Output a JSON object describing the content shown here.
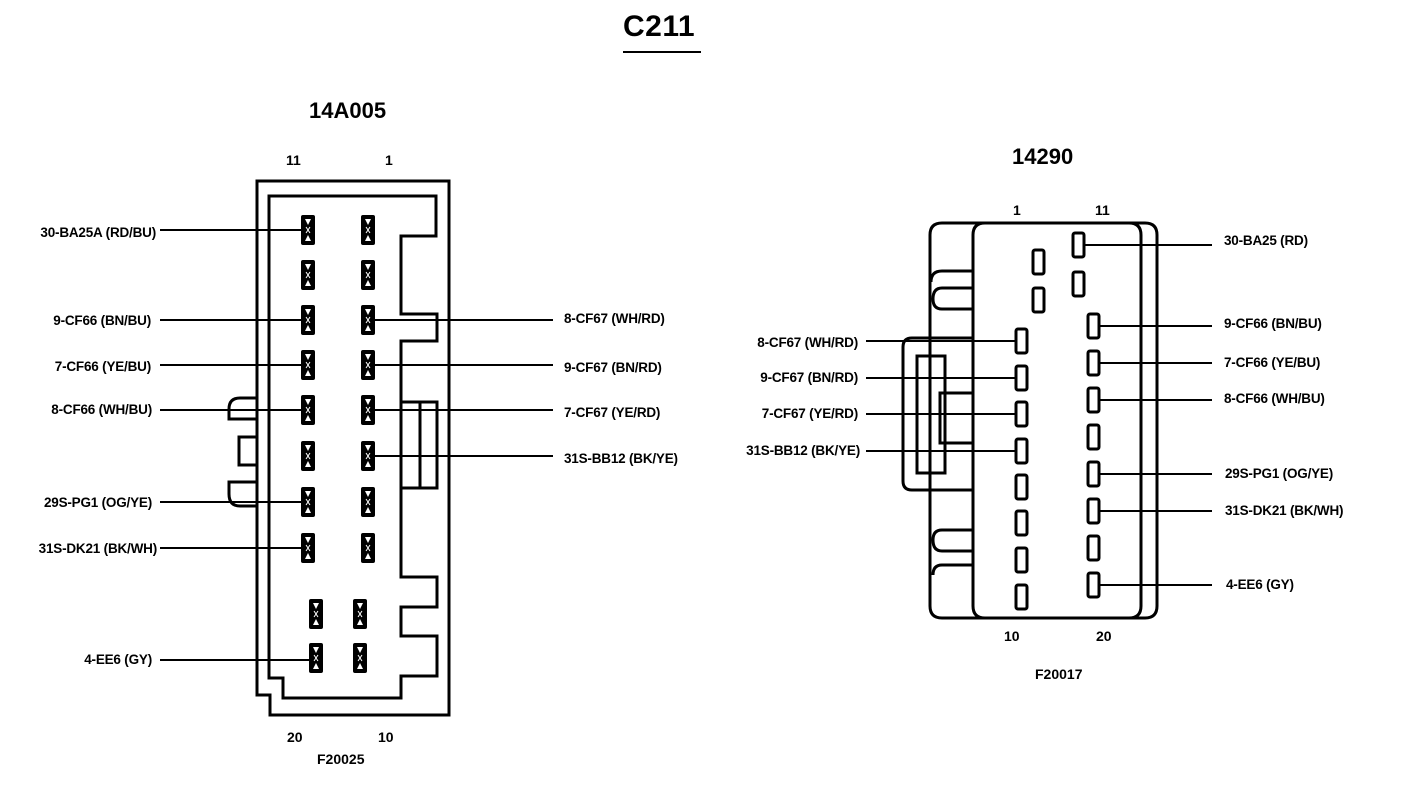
{
  "diagram": {
    "title": "C211",
    "connectors": [
      {
        "id": "left",
        "part_number": "14A005",
        "figure_code": "F20025",
        "pin_labels": {
          "top_left": "11",
          "top_right": "1",
          "bottom_left": "20",
          "bottom_right": "10"
        },
        "wires_left": [
          {
            "label": "30-BA25A (RD/BU)",
            "pin_row": 0
          },
          {
            "label": "9-CF66 (BN/BU)",
            "pin_row": 2
          },
          {
            "label": "7-CF66 (YE/BU)",
            "pin_row": 3
          },
          {
            "label": "8-CF66 (WH/BU)",
            "pin_row": 4
          },
          {
            "label": "29S-PG1 (OG/YE)",
            "pin_row": 6
          },
          {
            "label": "31S-DK21 (BK/WH)",
            "pin_row": 7
          },
          {
            "label": "4-EE6 (GY)",
            "pin_row": 9
          }
        ],
        "wires_right": [
          {
            "label": "8-CF67 (WH/RD)",
            "pin_row": 2
          },
          {
            "label": "9-CF67 (BN/RD)",
            "pin_row": 3
          },
          {
            "label": "7-CF67 (YE/RD)",
            "pin_row": 4
          },
          {
            "label": "31S-BB12 (BK/YE)",
            "pin_row": 5
          }
        ]
      },
      {
        "id": "right",
        "part_number": "14290",
        "figure_code": "F20017",
        "pin_labels": {
          "top_left": "1",
          "top_right": "11",
          "bottom_left": "10",
          "bottom_right": "20"
        },
        "wires_left": [
          {
            "label": "8-CF67 (WH/RD)"
          },
          {
            "label": "9-CF67 (BN/RD)"
          },
          {
            "label": "7-CF67 (YE/RD)"
          },
          {
            "label": "31S-BB12 (BK/YE)"
          }
        ],
        "wires_right": [
          {
            "label": "30-BA25 (RD)"
          },
          {
            "label": "9-CF66 (BN/BU)"
          },
          {
            "label": "7-CF66 (YE/BU)"
          },
          {
            "label": "8-CF66 (WH/BU)"
          },
          {
            "label": "29S-PG1 (OG/YE)"
          },
          {
            "label": "31S-DK21 (BK/WH)"
          },
          {
            "label": "4-EE6 (GY)"
          }
        ]
      }
    ]
  }
}
